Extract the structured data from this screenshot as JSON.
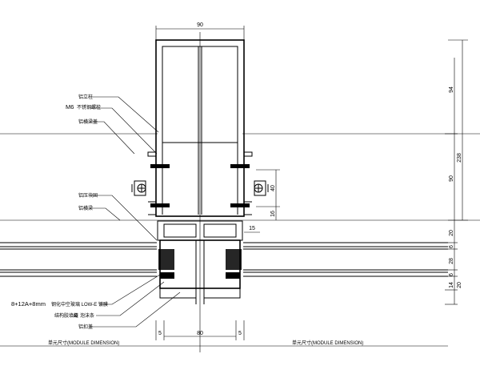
{
  "dimensions": {
    "top_width": "90",
    "bottom_width": "80",
    "left_gap": "5",
    "right_gap": "5",
    "plate_right": "15",
    "bolt_spacing": "40",
    "bolt_offset": "16",
    "right_side": [
      "94",
      "238",
      "90",
      "20",
      "6",
      "28",
      "6",
      "14",
      "20"
    ]
  },
  "labels": {
    "label_1": "铝立柱",
    "label_2": "M6",
    "label_2b": "不锈钢螺栓",
    "label_3": "铝横梁盖",
    "label_4": "铝压块固",
    "label_5": "铝横梁",
    "glass": "8+12A+8mm",
    "glass_b": "钢化中空玻璃 LOW-E 镀膜",
    "seal": "结构胶填缝",
    "seal_amp": "&",
    "seal_b": "泡沫条",
    "label_8": "铝扣盖"
  },
  "module": {
    "left": "单元尺寸(MODULE DIMENSION)",
    "right": "单元尺寸(MODULE DIMENSION)"
  }
}
